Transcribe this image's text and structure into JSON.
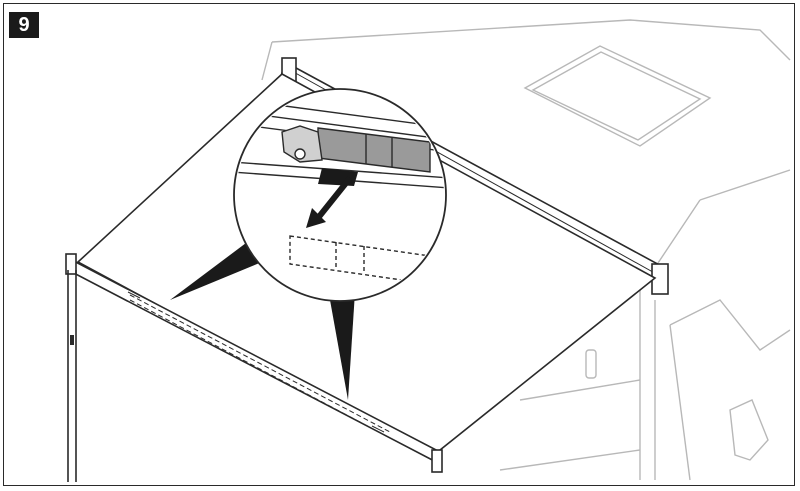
{
  "step": {
    "number": "9"
  },
  "colors": {
    "line": "#2a2a2a",
    "light_line": "#b8b8b8",
    "badge_bg": "#1a1a1a",
    "badge_text": "#ffffff",
    "roller_fill": "#9a9a9a"
  },
  "illustration": {
    "subject": "awning-fabric-and-roller-on-vehicle",
    "callout": "magnified-roller-removal-detail"
  }
}
